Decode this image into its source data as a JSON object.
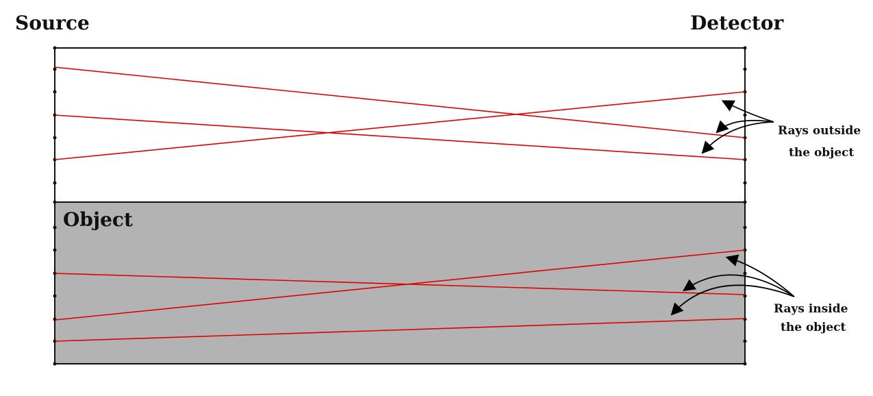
{
  "labels": {
    "source": "Source",
    "detector": "Detector",
    "object": "Object",
    "rays_outside_line1": "Rays outside",
    "rays_outside_line2": "the object",
    "rays_inside_line1": "Rays inside",
    "rays_inside_line2": "the object"
  },
  "colors": {
    "ray": "#e00000",
    "object_fill": "#b3b3b3",
    "frame": "#111111",
    "background": "#ffffff"
  }
}
